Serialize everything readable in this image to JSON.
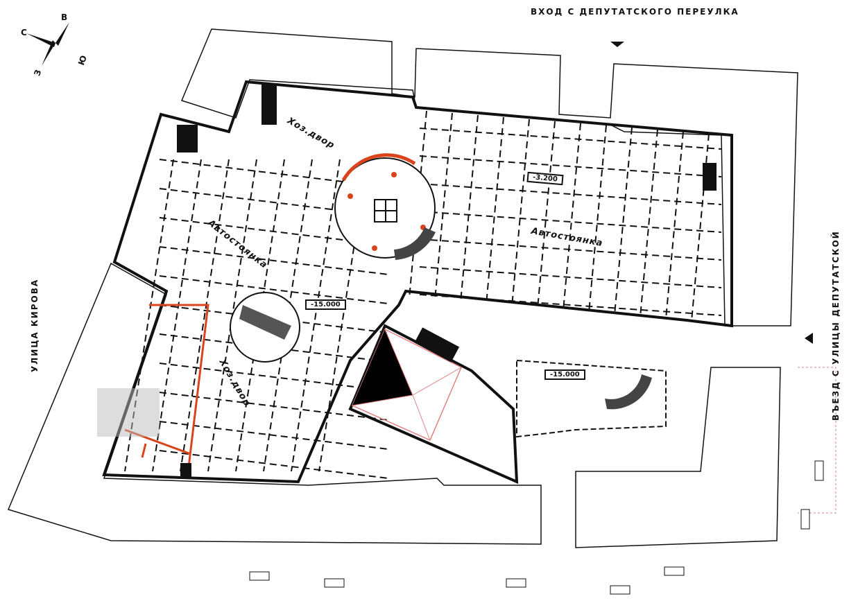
{
  "streets": {
    "top_entrance": "ВХОД С ДЕПУТАТСКОГО ПЕРЕУЛКА",
    "left_street": "УЛИЦА КИРОВА",
    "right_entrance": "ВЪЕЗД С УЛИЦЫ ДЕПУТАТСКОЙ"
  },
  "compass": {
    "north": "С",
    "east": "В",
    "south": "Ю",
    "west": "З"
  },
  "rooms": {
    "parking_left": "Автостоянка",
    "parking_right": "Автостоянка",
    "yard_top": "Хоз.двор",
    "yard_bottom": "Хоз.двор"
  },
  "levels": {
    "upper": "-3.200",
    "middle": "-15.000",
    "lower": "-15.000"
  },
  "colors": {
    "accent": "#d9441c",
    "line": "#111111",
    "pink": "#e08080"
  }
}
